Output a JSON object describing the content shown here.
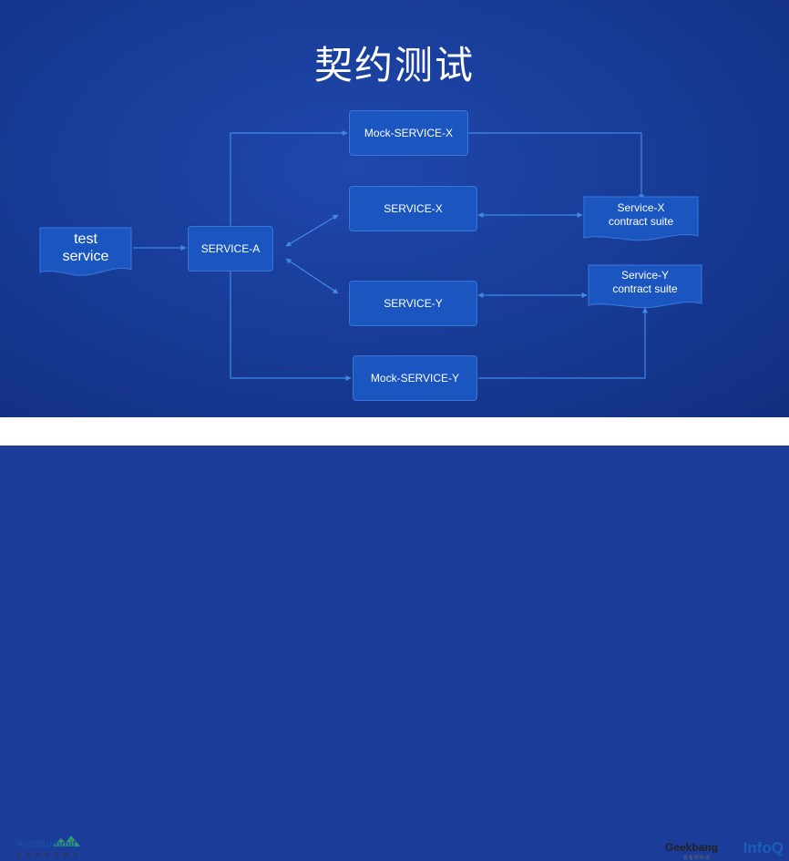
{
  "slide": {
    "title": "契约测试"
  },
  "nodes": {
    "test_service": {
      "label_line1": "test",
      "label_line2": "service"
    },
    "service_a": {
      "label": "SERVICE-A"
    },
    "mock_service_x": {
      "label": "Mock-SERVICE-X"
    },
    "service_x": {
      "label": "SERVICE-X"
    },
    "service_y": {
      "label": "SERVICE-Y"
    },
    "mock_service_y": {
      "label": "Mock-SERVICE-Y"
    },
    "contract_x": {
      "label_line1": "Service-X",
      "label_line2": "contract suite"
    },
    "contract_y": {
      "label_line1": "Service-Y",
      "label_line2": "contract suite"
    }
  },
  "footer": {
    "left_brand": "ArchSummit",
    "left_brand_sub": "全 球 架 构 师 峰 会",
    "right_brand_geek": "Geekbang",
    "right_brand_geek_sub": "极客邦科技",
    "right_brand_infoq": "InfoQ"
  },
  "colors": {
    "background": "#173a94",
    "box_fill": "#1a55c0",
    "box_border": "#3a78de",
    "connector": "#3f8ae8"
  }
}
